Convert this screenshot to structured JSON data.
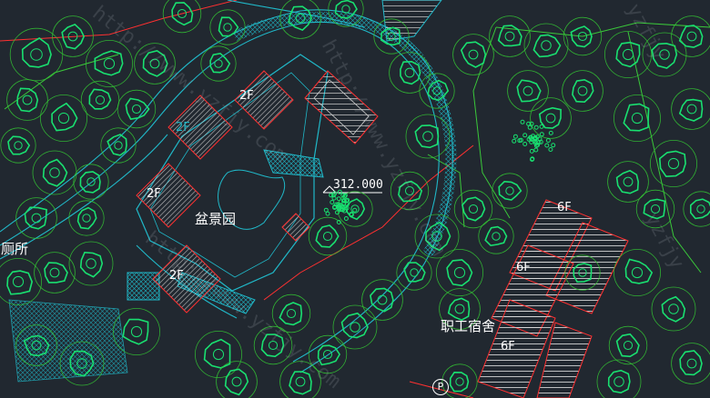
{
  "drawing": {
    "background": "#212830",
    "colors": {
      "tree": "#19e070",
      "tree_outline": "#34c834",
      "path": "#20b8c8",
      "roof": "#d8d8d8",
      "roof_edge": "#ff3030",
      "boundary": "#ff3030",
      "grass_line": "#40d040",
      "dorm": "#e0e0e0"
    }
  },
  "labels": {
    "floor_a": "2F",
    "floor_b": "2F",
    "floor_c": "2F",
    "floor_d": "2F",
    "floor_e": "6F",
    "floor_f": "6F",
    "floor_g": "6F",
    "garden": "盆景园",
    "toilet": "厕所",
    "dorm": "职工宿舍",
    "elevation": "312.000",
    "parking": "P"
  },
  "watermarks": {
    "url_a": "http://www.yzfjy.com",
    "url_b": "http://www.yzfjy.com",
    "url_c": "http://www.yzfjy.com",
    "brand_a": "yzfjy",
    "brand_b": "yzfjy"
  }
}
